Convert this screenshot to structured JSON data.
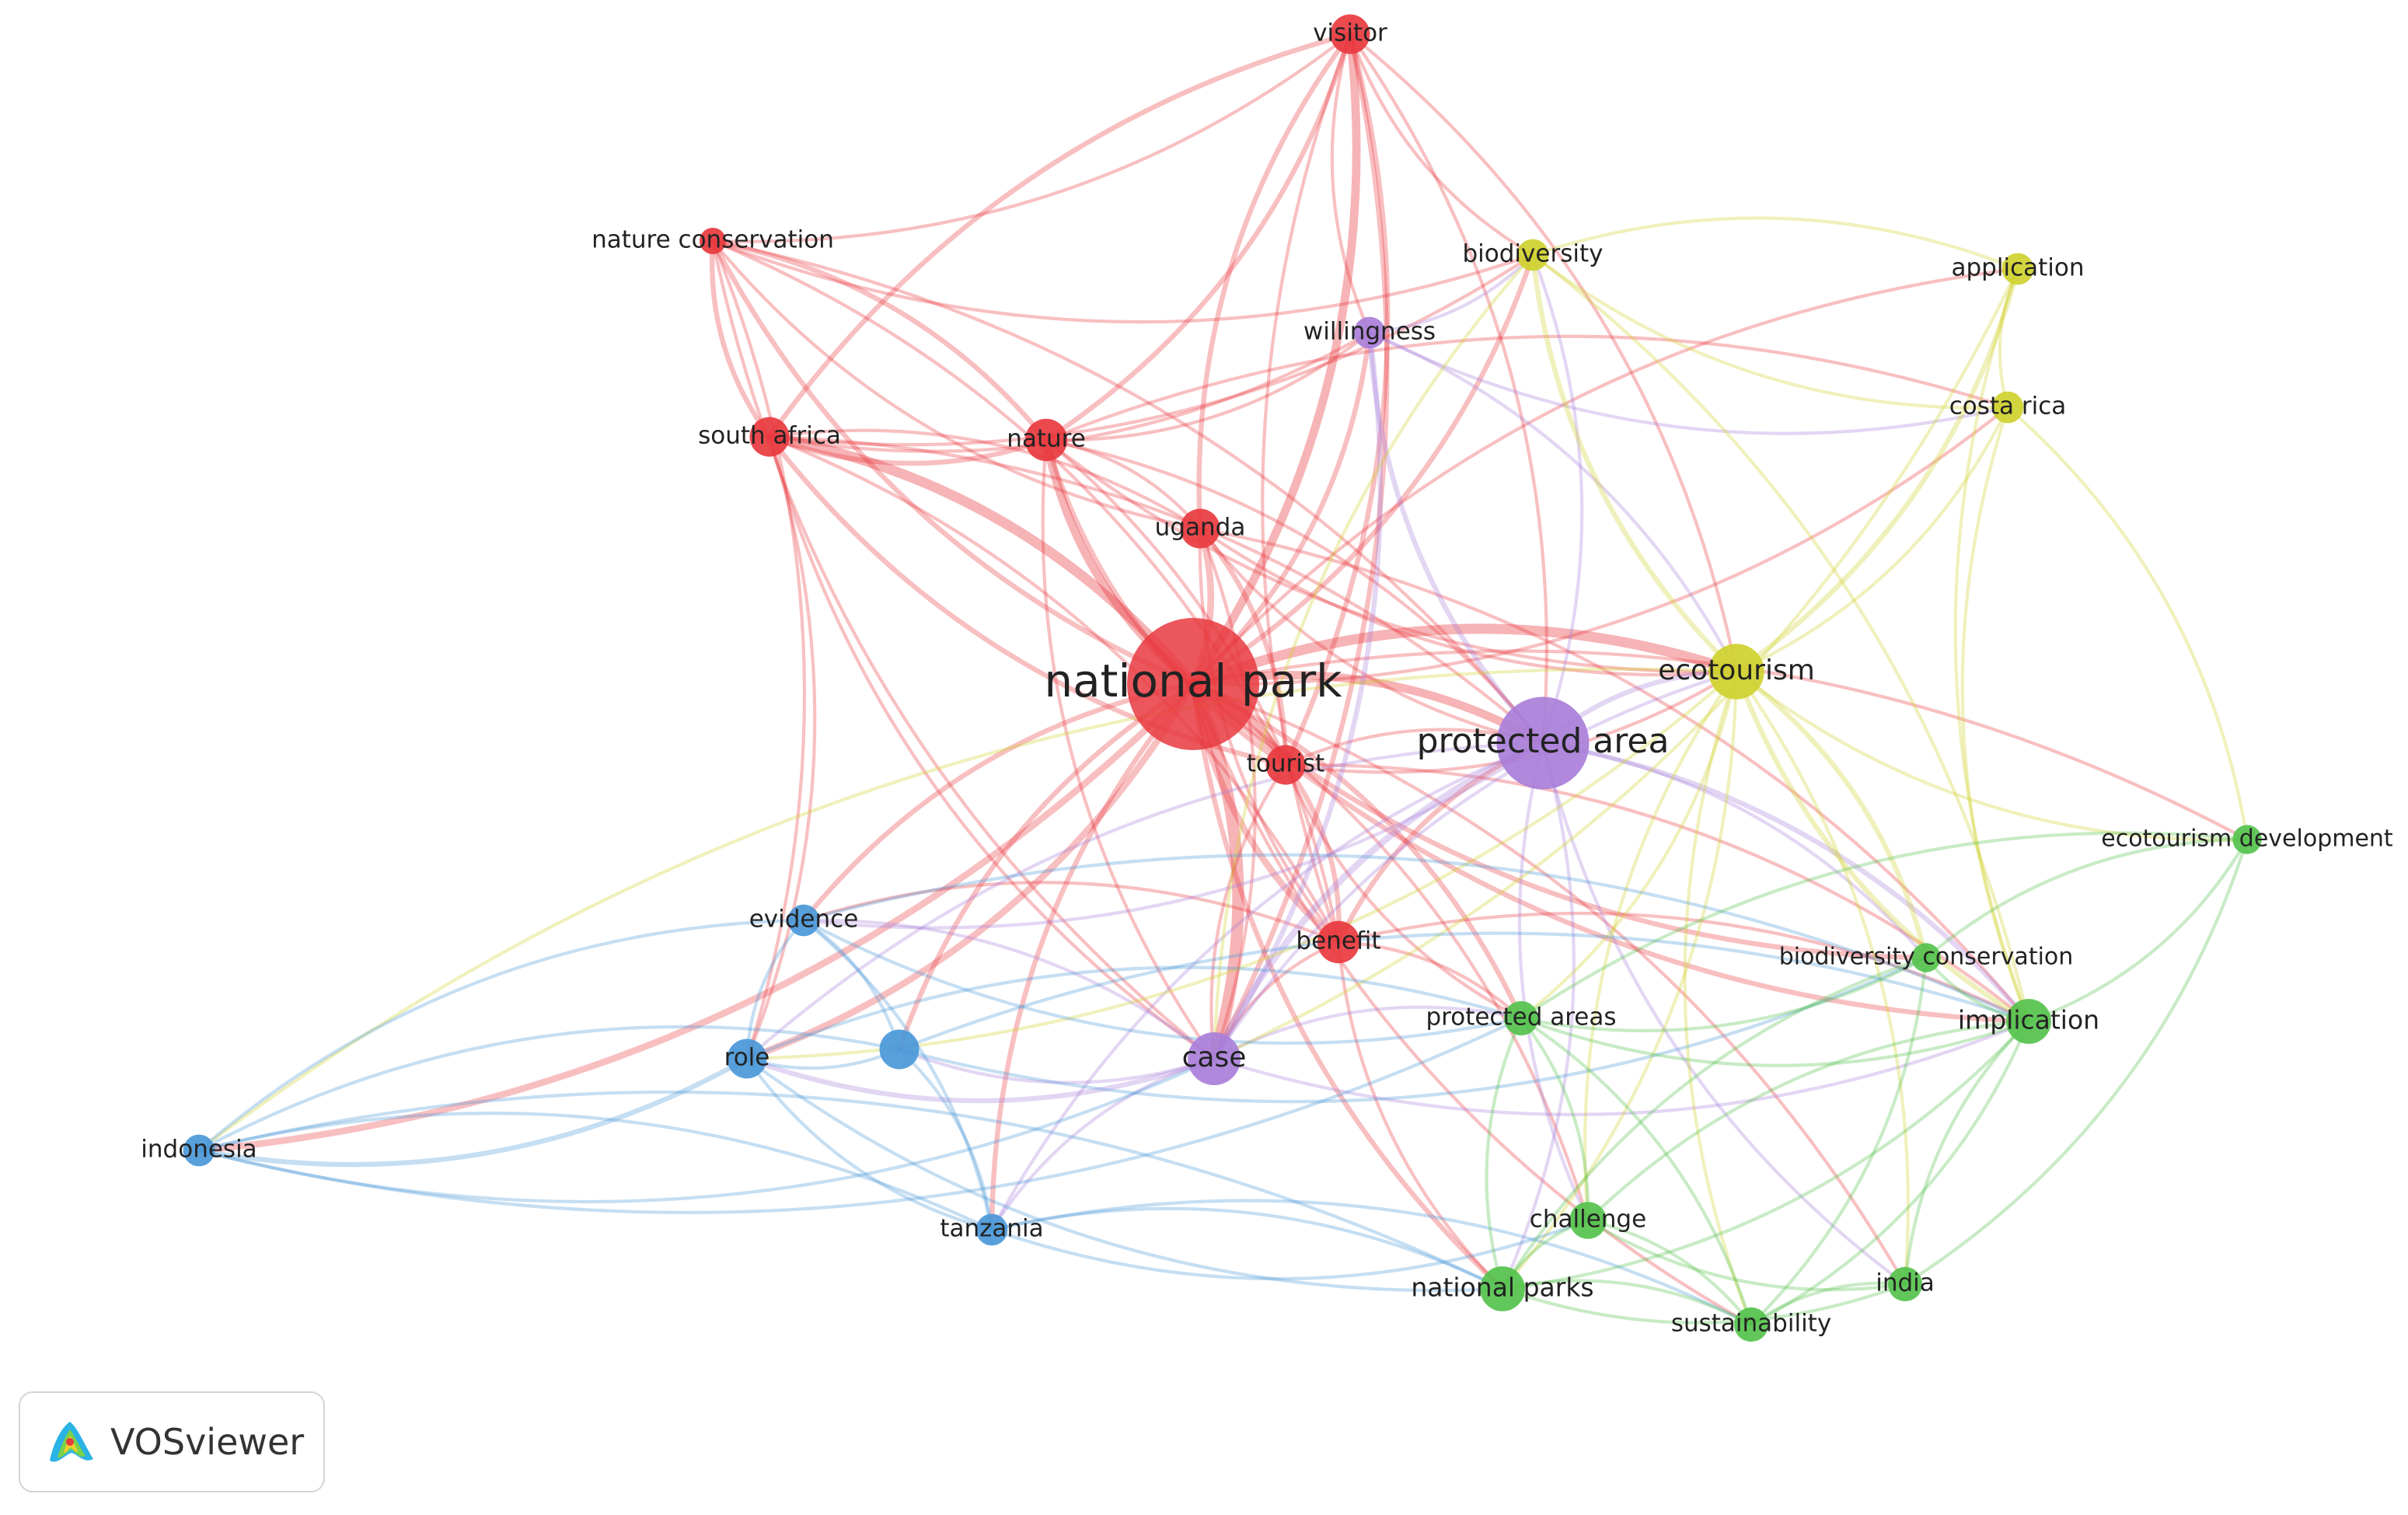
{
  "app": {
    "logo_text": "VOSviewer",
    "logo_icon": "vosviewer-logo-icon"
  },
  "colors": {
    "red": "#e8393f",
    "purple": "#a97fd9",
    "yellow": "#cfd12f",
    "blue": "#4a98d8",
    "green": "#55c24c"
  },
  "nodes": [
    {
      "id": "national_park",
      "label": "national park",
      "cluster": "red",
      "weight": 10
    },
    {
      "id": "visitor",
      "label": "visitor",
      "cluster": "red",
      "weight": 3
    },
    {
      "id": "nature_conservation",
      "label": "nature conservation",
      "cluster": "red",
      "weight": 2
    },
    {
      "id": "south_africa",
      "label": "south africa",
      "cluster": "red",
      "weight": 3
    },
    {
      "id": "nature",
      "label": "nature",
      "cluster": "red",
      "weight": 3.2
    },
    {
      "id": "uganda",
      "label": "uganda",
      "cluster": "red",
      "weight": 3
    },
    {
      "id": "tourist",
      "label": "tourist",
      "cluster": "red",
      "weight": 3
    },
    {
      "id": "benefit",
      "label": "benefit",
      "cluster": "red",
      "weight": 3.2
    },
    {
      "id": "protected_area",
      "label": "protected area",
      "cluster": "purple",
      "weight": 7
    },
    {
      "id": "willingness",
      "label": "willingness",
      "cluster": "purple",
      "weight": 2.4
    },
    {
      "id": "case",
      "label": "case",
      "cluster": "purple",
      "weight": 4
    },
    {
      "id": "biodiversity",
      "label": "biodiversity",
      "cluster": "yellow",
      "weight": 2.4
    },
    {
      "id": "application",
      "label": "application",
      "cluster": "yellow",
      "weight": 2.4
    },
    {
      "id": "costa_rica",
      "label": "costa rica",
      "cluster": "yellow",
      "weight": 2.4
    },
    {
      "id": "ecotourism",
      "label": "ecotourism",
      "cluster": "yellow",
      "weight": 4.2
    },
    {
      "id": "evidence",
      "label": "evidence",
      "cluster": "blue",
      "weight": 2.4
    },
    {
      "id": "role",
      "label": "role",
      "cluster": "blue",
      "weight": 3
    },
    {
      "id": "unlabeled",
      "label": "",
      "cluster": "blue",
      "weight": 3
    },
    {
      "id": "indonesia",
      "label": "indonesia",
      "cluster": "blue",
      "weight": 2.4
    },
    {
      "id": "tanzania",
      "label": "tanzania",
      "cluster": "blue",
      "weight": 2.4
    },
    {
      "id": "ecotourism_development",
      "label": "ecotourism development",
      "cluster": "green",
      "weight": 2.2
    },
    {
      "id": "biodiversity_conservation",
      "label": "biodiversity conservation",
      "cluster": "green",
      "weight": 2.2
    },
    {
      "id": "protected_areas",
      "label": "protected areas",
      "cluster": "green",
      "weight": 2.6
    },
    {
      "id": "implication",
      "label": "implication",
      "cluster": "green",
      "weight": 3.4
    },
    {
      "id": "challenge",
      "label": "challenge",
      "cluster": "green",
      "weight": 2.8
    },
    {
      "id": "national_parks",
      "label": "national parks",
      "cluster": "green",
      "weight": 3.4
    },
    {
      "id": "india",
      "label": "india",
      "cluster": "green",
      "weight": 2.6
    },
    {
      "id": "sustainability",
      "label": "sustainability",
      "cluster": "green",
      "weight": 2.6
    }
  ],
  "links": [
    [
      "national_park",
      "visitor",
      4
    ],
    [
      "national_park",
      "nature_conservation",
      2
    ],
    [
      "national_park",
      "south_africa",
      5
    ],
    [
      "national_park",
      "nature",
      4
    ],
    [
      "national_park",
      "uganda",
      3
    ],
    [
      "national_park",
      "tourist",
      4
    ],
    [
      "national_park",
      "benefit",
      3
    ],
    [
      "national_park",
      "protected_area",
      4
    ],
    [
      "national_park",
      "willingness",
      2
    ],
    [
      "national_park",
      "case",
      6
    ],
    [
      "national_park",
      "biodiversity",
      2
    ],
    [
      "national_park",
      "application",
      1
    ],
    [
      "national_park",
      "costa_rica",
      1
    ],
    [
      "national_park",
      "ecotourism",
      5
    ],
    [
      "national_park",
      "evidence",
      2
    ],
    [
      "national_park",
      "role",
      3
    ],
    [
      "national_park",
      "unlabeled",
      2
    ],
    [
      "national_park",
      "indonesia",
      3
    ],
    [
      "national_park",
      "tanzania",
      2
    ],
    [
      "national_park",
      "ecotourism_development",
      1
    ],
    [
      "national_park",
      "biodiversity_conservation",
      2
    ],
    [
      "national_park",
      "protected_areas",
      2
    ],
    [
      "national_park",
      "implication",
      2
    ],
    [
      "national_park",
      "challenge",
      1
    ],
    [
      "national_park",
      "national_parks",
      2
    ],
    [
      "national_park",
      "india",
      1
    ],
    [
      "national_park",
      "sustainability",
      1
    ],
    [
      "visitor",
      "nature_conservation",
      1
    ],
    [
      "visitor",
      "south_africa",
      2
    ],
    [
      "visitor",
      "nature",
      2
    ],
    [
      "visitor",
      "uganda",
      2
    ],
    [
      "visitor",
      "tourist",
      2
    ],
    [
      "visitor",
      "benefit",
      1
    ],
    [
      "visitor",
      "protected_area",
      1
    ],
    [
      "visitor",
      "willingness",
      1
    ],
    [
      "visitor",
      "case",
      2
    ],
    [
      "visitor",
      "biodiversity",
      1
    ],
    [
      "visitor",
      "ecotourism",
      1
    ],
    [
      "nature_conservation",
      "south_africa",
      2
    ],
    [
      "nature_conservation",
      "nature",
      2
    ],
    [
      "nature_conservation",
      "uganda",
      1
    ],
    [
      "nature_conservation",
      "tourist",
      1
    ],
    [
      "nature_conservation",
      "biodiversity",
      1
    ],
    [
      "nature_conservation",
      "role",
      1
    ],
    [
      "nature_conservation",
      "case",
      1
    ],
    [
      "nature_conservation",
      "protected_area",
      1
    ],
    [
      "south_africa",
      "nature",
      2
    ],
    [
      "south_africa",
      "uganda",
      1
    ],
    [
      "south_africa",
      "tourist",
      2
    ],
    [
      "south_africa",
      "benefit",
      1
    ],
    [
      "south_africa",
      "case",
      1
    ],
    [
      "south_africa",
      "protected_area",
      1
    ],
    [
      "south_africa",
      "biodiversity",
      1
    ],
    [
      "south_africa",
      "role",
      1
    ],
    [
      "south_africa",
      "willingness",
      1
    ],
    [
      "nature",
      "uganda",
      1
    ],
    [
      "nature",
      "tourist",
      2
    ],
    [
      "nature",
      "benefit",
      1
    ],
    [
      "nature",
      "case",
      1
    ],
    [
      "nature",
      "protected_area",
      1
    ],
    [
      "nature",
      "ecotourism",
      1
    ],
    [
      "nature",
      "costa_rica",
      1
    ],
    [
      "nature",
      "willingness",
      1
    ],
    [
      "uganda",
      "tourist",
      2
    ],
    [
      "uganda",
      "benefit",
      1
    ],
    [
      "uganda",
      "case",
      1
    ],
    [
      "uganda",
      "protected_area",
      1
    ],
    [
      "uganda",
      "implication",
      1
    ],
    [
      "uganda",
      "ecotourism",
      1
    ],
    [
      "tourist",
      "benefit",
      2
    ],
    [
      "tourist",
      "case",
      1
    ],
    [
      "tourist",
      "protected_area",
      1
    ],
    [
      "tourist",
      "ecotourism",
      1
    ],
    [
      "tourist",
      "implication",
      1
    ],
    [
      "tourist",
      "protected_areas",
      1
    ],
    [
      "benefit",
      "protected_area",
      2
    ],
    [
      "benefit",
      "case",
      1
    ],
    [
      "benefit",
      "implication",
      1
    ],
    [
      "benefit",
      "national_parks",
      1
    ],
    [
      "benefit",
      "protected_areas",
      1
    ],
    [
      "benefit",
      "evidence",
      1
    ],
    [
      "protected_area",
      "willingness",
      2
    ],
    [
      "protected_area",
      "case",
      3
    ],
    [
      "protected_area",
      "ecotourism",
      2
    ],
    [
      "protected_area",
      "biodiversity",
      1
    ],
    [
      "protected_area",
      "evidence",
      1
    ],
    [
      "protected_area",
      "role",
      1
    ],
    [
      "protected_area",
      "implication",
      2
    ],
    [
      "protected_area",
      "challenge",
      1
    ],
    [
      "protected_area",
      "national_parks",
      1
    ],
    [
      "protected_area",
      "tanzania",
      1
    ],
    [
      "protected_area",
      "biodiversity_conservation",
      1
    ],
    [
      "protected_area",
      "india",
      1
    ],
    [
      "willingness",
      "case",
      2
    ],
    [
      "willingness",
      "biodiversity",
      1
    ],
    [
      "willingness",
      "ecotourism",
      1
    ],
    [
      "willingness",
      "costa_rica",
      1
    ],
    [
      "case",
      "role",
      2
    ],
    [
      "case",
      "evidence",
      1
    ],
    [
      "case",
      "unlabeled",
      1
    ],
    [
      "case",
      "tanzania",
      1
    ],
    [
      "case",
      "ecotourism",
      1
    ],
    [
      "case",
      "implication",
      1
    ],
    [
      "case",
      "protected_areas",
      1
    ],
    [
      "biodiversity",
      "ecotourism",
      2
    ],
    [
      "biodiversity",
      "application",
      1
    ],
    [
      "biodiversity",
      "costa_rica",
      1
    ],
    [
      "biodiversity",
      "implication",
      1
    ],
    [
      "biodiversity",
      "case",
      1
    ],
    [
      "application",
      "ecotourism",
      2
    ],
    [
      "application",
      "costa_rica",
      1
    ],
    [
      "application",
      "case",
      1
    ],
    [
      "application",
      "implication",
      1
    ],
    [
      "costa_rica",
      "ecotourism",
      1
    ],
    [
      "costa_rica",
      "implication",
      1
    ],
    [
      "costa_rica",
      "ecotourism_development",
      1
    ],
    [
      "ecotourism",
      "ecotourism_development",
      1
    ],
    [
      "ecotourism",
      "biodiversity_conservation",
      2
    ],
    [
      "ecotourism",
      "implication",
      2
    ],
    [
      "ecotourism",
      "protected_areas",
      1
    ],
    [
      "ecotourism",
      "challenge",
      1
    ],
    [
      "ecotourism",
      "national_parks",
      1
    ],
    [
      "ecotourism",
      "sustainability",
      1
    ],
    [
      "ecotourism",
      "india",
      1
    ],
    [
      "ecotourism",
      "indonesia",
      1
    ],
    [
      "ecotourism",
      "role",
      1
    ],
    [
      "evidence",
      "role",
      1
    ],
    [
      "evidence",
      "unlabeled",
      1
    ],
    [
      "evidence",
      "indonesia",
      1
    ],
    [
      "evidence",
      "tanzania",
      1
    ],
    [
      "evidence",
      "protected_areas",
      1
    ],
    [
      "evidence",
      "implication",
      1
    ],
    [
      "role",
      "unlabeled",
      1
    ],
    [
      "role",
      "indonesia",
      2
    ],
    [
      "role",
      "tanzania",
      1
    ],
    [
      "role",
      "protected_areas",
      1
    ],
    [
      "role",
      "national_parks",
      1
    ],
    [
      "unlabeled",
      "tanzania",
      1
    ],
    [
      "unlabeled",
      "indonesia",
      1
    ],
    [
      "unlabeled",
      "implication",
      1
    ],
    [
      "unlabeled",
      "biodiversity_conservation",
      1
    ],
    [
      "indonesia",
      "tanzania",
      1
    ],
    [
      "indonesia",
      "protected_areas",
      1
    ],
    [
      "indonesia",
      "national_parks",
      1
    ],
    [
      "indonesia",
      "case",
      1
    ],
    [
      "tanzania",
      "national_parks",
      1
    ],
    [
      "tanzania",
      "challenge",
      1
    ],
    [
      "tanzania",
      "sustainability",
      1
    ],
    [
      "ecotourism_development",
      "biodiversity_conservation",
      1
    ],
    [
      "ecotourism_development",
      "implication",
      1
    ],
    [
      "ecotourism_development",
      "protected_areas",
      1
    ],
    [
      "ecotourism_development",
      "india",
      1
    ],
    [
      "biodiversity_conservation",
      "implication",
      1
    ],
    [
      "biodiversity_conservation",
      "protected_areas",
      1
    ],
    [
      "biodiversity_conservation",
      "national_parks",
      1
    ],
    [
      "biodiversity_conservation",
      "sustainability",
      1
    ],
    [
      "protected_areas",
      "implication",
      1
    ],
    [
      "protected_areas",
      "challenge",
      1
    ],
    [
      "protected_areas",
      "national_parks",
      1
    ],
    [
      "protected_areas",
      "sustainability",
      1
    ],
    [
      "implication",
      "challenge",
      1
    ],
    [
      "implication",
      "national_parks",
      1
    ],
    [
      "implication",
      "india",
      1
    ],
    [
      "implication",
      "sustainability",
      1
    ],
    [
      "challenge",
      "national_parks",
      1
    ],
    [
      "challenge",
      "sustainability",
      1
    ],
    [
      "challenge",
      "india",
      1
    ],
    [
      "national_parks",
      "sustainability",
      1
    ],
    [
      "national_parks",
      "india",
      1
    ],
    [
      "sustainability",
      "india",
      1
    ]
  ]
}
